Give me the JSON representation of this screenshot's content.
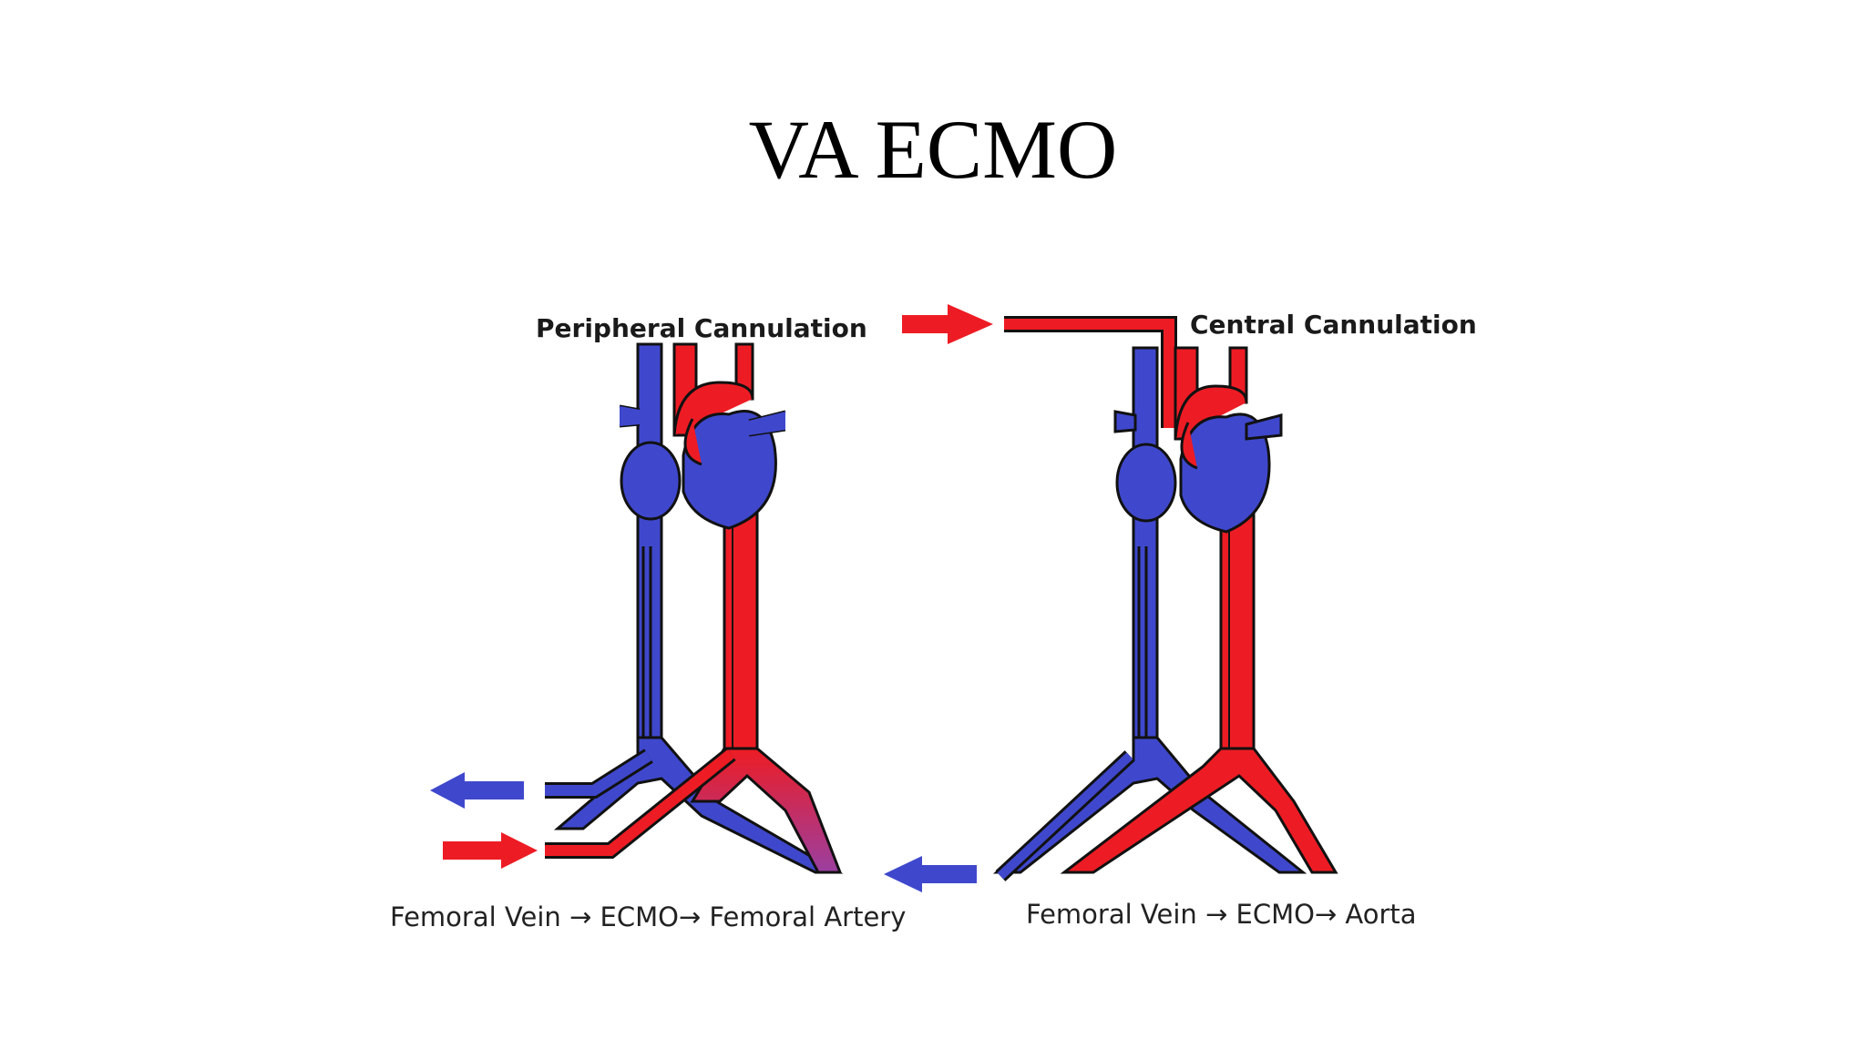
{
  "slide": {
    "title": "VA ECMO"
  },
  "panels": {
    "peripheral": {
      "title": "Peripheral Cannulation",
      "caption": "Femoral Vein → ECMO→ Femoral Artery"
    },
    "central": {
      "title": "Central Cannulation",
      "caption": "Femoral Vein → ECMO→ Aorta"
    }
  },
  "colors": {
    "venous": "#3f48cc",
    "arterial": "#ed1c24",
    "mixed": "#9b3fa0",
    "outline": "#111111"
  }
}
